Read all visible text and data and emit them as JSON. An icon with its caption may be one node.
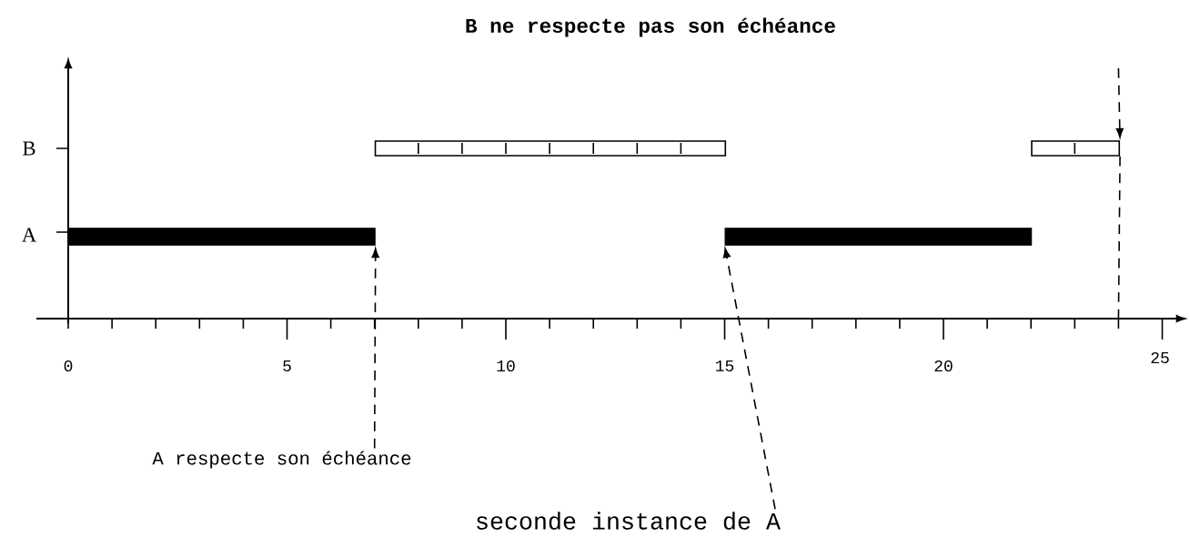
{
  "diagram": {
    "title": "B ne respecte pas son échéance",
    "nodes": [
      {
        "text": [],
        "shape": "bar"
      },
      {
        "text": [],
        "shape": "box"
      },
      {
        "text": [],
        "shape": "bar"
      },
      {
        "text": [],
        "shape": "box"
      },
      {
        "text": [
          "A respecte son échéance"
        ]
      },
      {
        "text": [
          "seconde instance de A"
        ]
      }
    ],
    "edges": [
      {
        "from": 4,
        "to": 0,
        "arrow": "to",
        "style": "dashed"
      },
      {
        "from": 5,
        "to": 2,
        "arrow": "to",
        "style": "dashed"
      },
      {
        "from": null,
        "to": 3,
        "arrow": "to",
        "style": "dashed"
      },
      {
        "from": 3,
        "to": null,
        "arrow": "none",
        "style": "dashed"
      }
    ],
    "labels": [
      "B",
      "A",
      "0",
      "5",
      "10",
      "15",
      "20",
      "25"
    ]
  }
}
